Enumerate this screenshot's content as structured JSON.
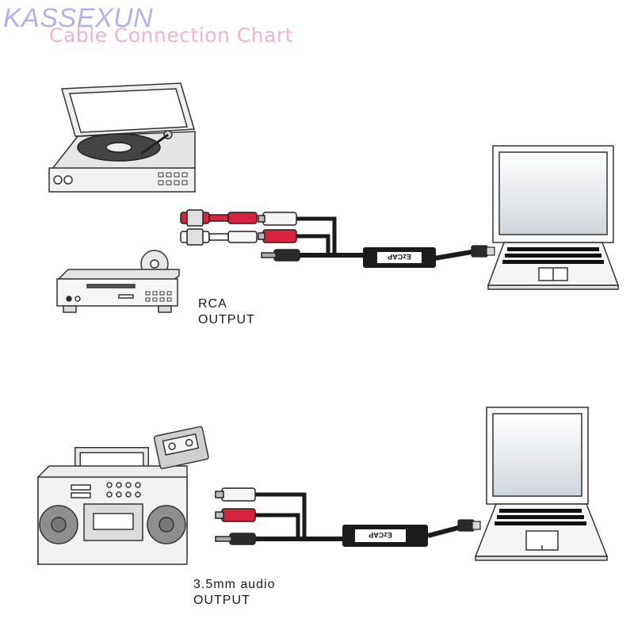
{
  "brand": {
    "watermark": "KASSEXUN"
  },
  "header": {
    "title": "Cable Connection Chart"
  },
  "sections": {
    "rca": {
      "label_line1": "RCA",
      "label_line2": "OUTPUT"
    },
    "aux": {
      "label_line1": "3.5mm audio",
      "label_line2": "OUTPUT"
    }
  },
  "adapter": {
    "brand_text": "EzCAP"
  },
  "colors": {
    "red_plug": "#d8233f",
    "white_plug": "#f5f5f5",
    "cable": "#1b1b1b",
    "title": "#f2b3cc",
    "watermark": "#b6b0e8",
    "laptop_screen_top": "#eef3f7"
  },
  "icons": [
    "turntable-icon",
    "dvd-player-icon",
    "boombox-icon",
    "cassette-icon",
    "laptop-icon",
    "rca-plug-icon",
    "aux-plug-icon",
    "usb-plug-icon"
  ]
}
